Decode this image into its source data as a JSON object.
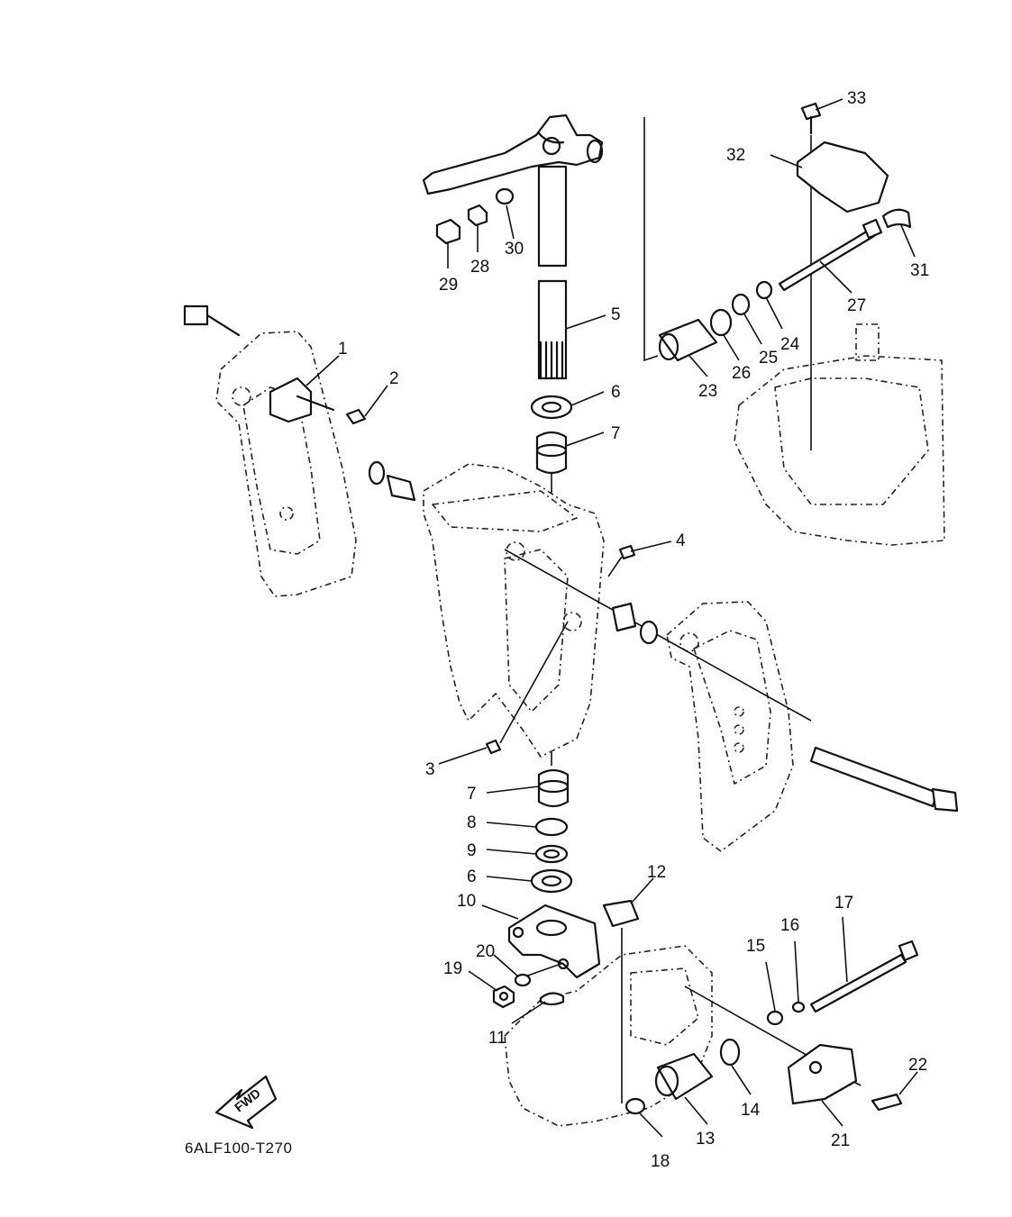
{
  "diagram": {
    "reference_code": "6ALF100-T270",
    "direction_label": "FWD",
    "callouts": [
      "1",
      "2",
      "3",
      "4",
      "5",
      "6",
      "7",
      "8",
      "9",
      "10",
      "11",
      "12",
      "13",
      "14",
      "15",
      "16",
      "17",
      "18",
      "19",
      "20",
      "21",
      "22",
      "23",
      "24",
      "25",
      "26",
      "27",
      "28",
      "29",
      "30",
      "31",
      "32",
      "33"
    ],
    "callouts_repeated": [
      "6",
      "7"
    ]
  }
}
